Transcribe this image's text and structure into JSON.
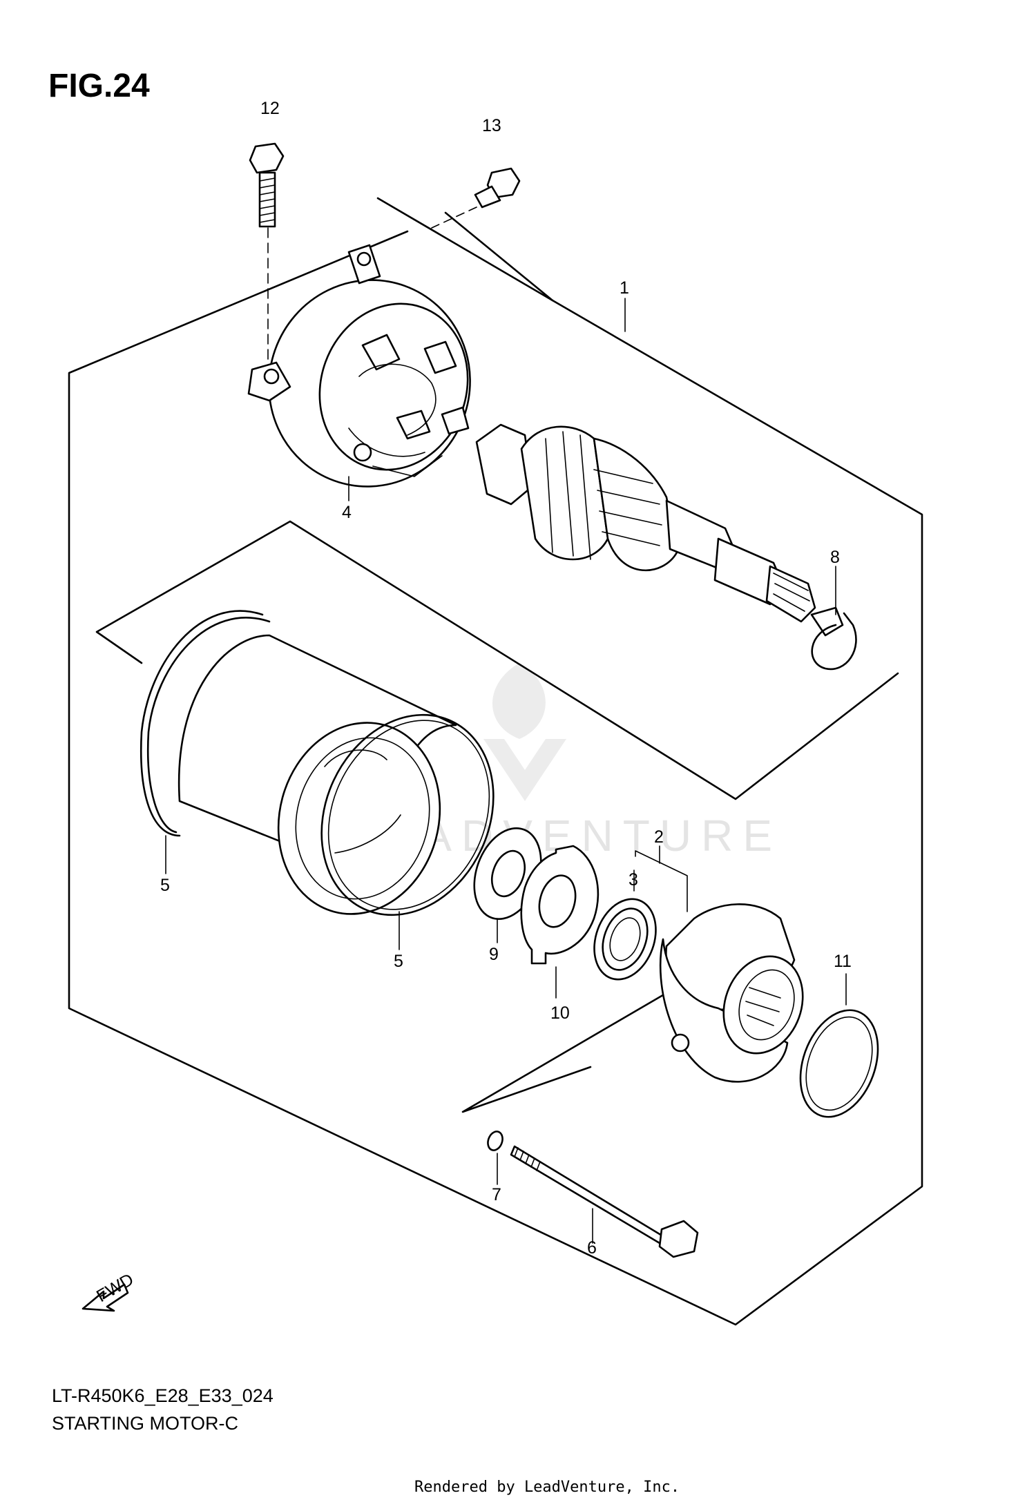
{
  "figure": {
    "title": "FIG.24",
    "model_code": "LT-R450K6_E28_E33_024",
    "name": "STARTING MOTOR-C",
    "credit": "Rendered by LeadVenture, Inc.",
    "watermark": "LEADVENTURE",
    "direction_badge": "FWD"
  },
  "callouts": [
    {
      "id": "1",
      "part": "starting-motor-assembly"
    },
    {
      "id": "2",
      "part": "front-bracket-housing"
    },
    {
      "id": "3",
      "part": "oil-seal"
    },
    {
      "id": "4",
      "part": "rear-brush-holder-cap"
    },
    {
      "id": "5",
      "part": "o-ring"
    },
    {
      "id": "5",
      "part": "o-ring"
    },
    {
      "id": "6",
      "part": "through-bolt"
    },
    {
      "id": "7",
      "part": "washer"
    },
    {
      "id": "8",
      "part": "circlip"
    },
    {
      "id": "9",
      "part": "lock-washer"
    },
    {
      "id": "10",
      "part": "thrust-washer"
    },
    {
      "id": "11",
      "part": "o-ring-front"
    },
    {
      "id": "12",
      "part": "mounting-bolt"
    },
    {
      "id": "13",
      "part": "terminal-screw"
    }
  ],
  "colors": {
    "line": "#000000",
    "background": "#ffffff",
    "watermark": "#e4e4e4"
  }
}
